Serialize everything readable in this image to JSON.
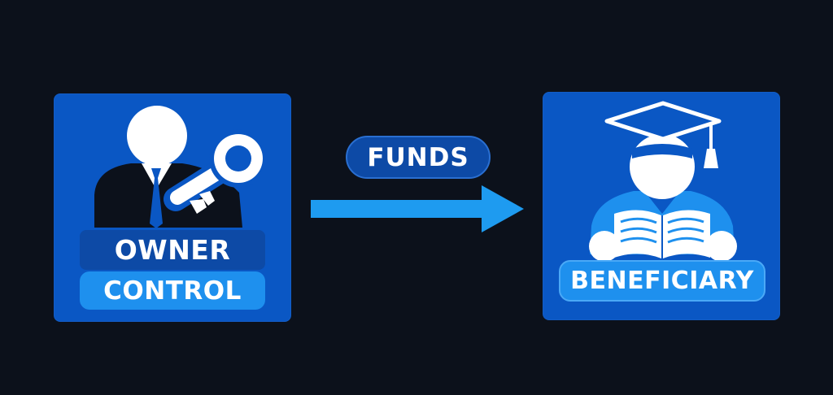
{
  "owner_card": {
    "title": "OWNER",
    "subtitle": "CONTROL",
    "icons": [
      "person-icon",
      "key-icon"
    ]
  },
  "flow": {
    "label": "FUNDS",
    "direction": "right",
    "arrow_color": "#1e9bf0"
  },
  "beneficiary_card": {
    "title": "BENEFICIARY",
    "icons": [
      "graduate-icon",
      "book-icon"
    ]
  },
  "colors": {
    "background": "#0c111b",
    "card": "#0a57c4",
    "accent": "#1e90ee",
    "dark_accent": "#0d4aa6",
    "icon_dark": "#0c111b",
    "icon_light": "#ffffff"
  }
}
